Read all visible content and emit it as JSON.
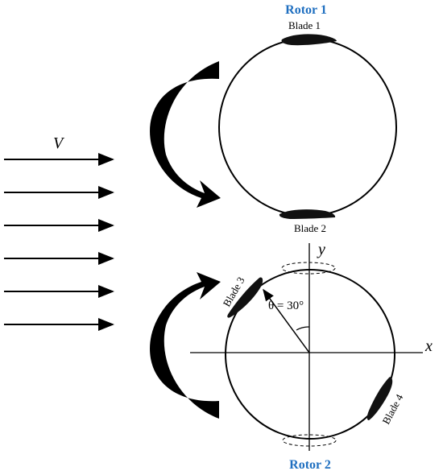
{
  "rotor1": {
    "title": "Rotor 1",
    "blade_top_label": "Blade 1",
    "blade_bottom_label": "Blade 2"
  },
  "rotor2": {
    "title": "Rotor 2",
    "blade_left_label": "Blade 3",
    "blade_right_label": "Blade 4",
    "angle_label": "θ = 30°",
    "x_axis_label": "x",
    "y_axis_label": "y"
  },
  "flow": {
    "velocity_label": "V",
    "arrow_count": 6
  },
  "colors": {
    "title": "#1f6fc0",
    "stroke": "#000000"
  }
}
